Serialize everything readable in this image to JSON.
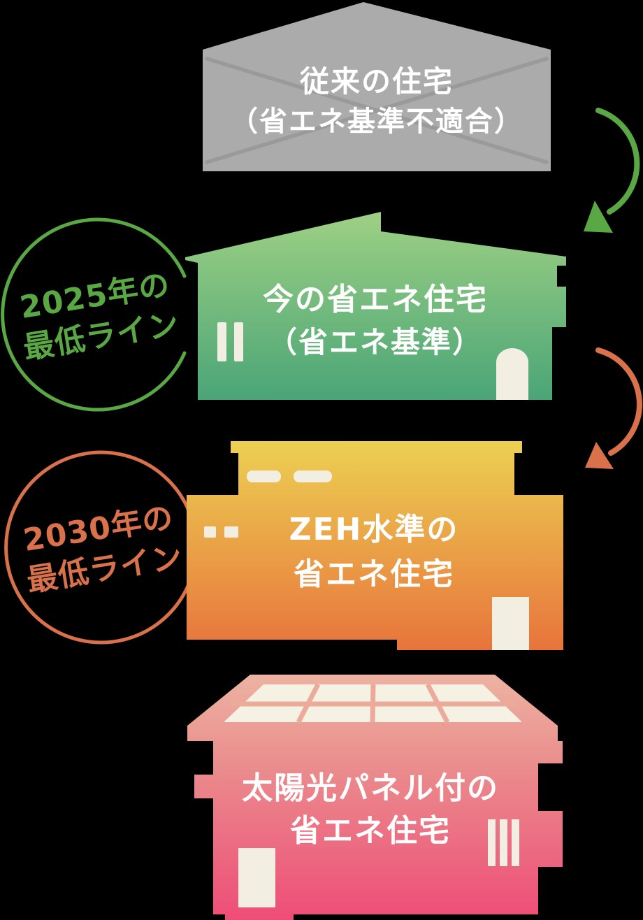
{
  "figure": {
    "background_color": "#000000",
    "window_door_color": "#f2efe2",
    "solar_panel_color": "#f5f2e3"
  },
  "houses": [
    {
      "name": "conventional-house",
      "label_line1": "従来の住宅",
      "label_line2": "（省エネ基準不適合）",
      "fill_color": "#ababab",
      "cross_color": "#9a9a9a",
      "crossed_out": true
    },
    {
      "name": "current-energy-saving-house",
      "label_line1": "今の省エネ住宅",
      "label_line2": "（省エネ基準）",
      "fill_gradient_top": "#9ed084",
      "fill_gradient_bottom": "#4aa577"
    },
    {
      "name": "zeh-level-energy-saving-house",
      "label_line1": "ZEH水準の",
      "label_line2": "省エネ住宅",
      "fill_gradient_top": "#ecd052",
      "fill_gradient_bottom": "#e8743c"
    },
    {
      "name": "solar-panel-energy-saving-house",
      "label_line1": "太陽光パネル付の",
      "label_line2": "省エネ住宅",
      "fill_gradient_top": "#edb3a2",
      "fill_gradient_bottom": "#ee4d77"
    }
  ],
  "annotations": [
    {
      "name": "2025-minimum-line",
      "line1": "2025年の",
      "line2": "最低ライン",
      "color": "#5aa844"
    },
    {
      "name": "2030-minimum-line",
      "line1": "2030年の",
      "line2": "最低ライン",
      "color": "#d9714a"
    }
  ],
  "arrows": [
    {
      "name": "arrow-conventional-to-current",
      "color": "#5aa844"
    },
    {
      "name": "arrow-current-to-zeh",
      "color": "#d9714a"
    }
  ]
}
